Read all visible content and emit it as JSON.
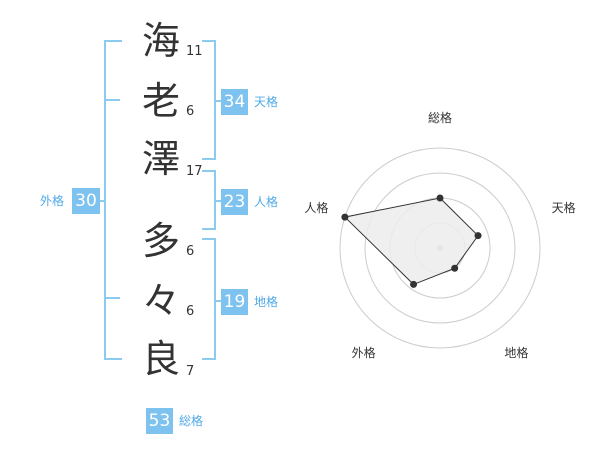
{
  "name_chars": [
    {
      "char": "海",
      "strokes": "11"
    },
    {
      "char": "老",
      "strokes": "6"
    },
    {
      "char": "澤",
      "strokes": "17"
    },
    {
      "char": "多",
      "strokes": "6"
    },
    {
      "char": "々",
      "strokes": "6"
    },
    {
      "char": "良",
      "strokes": "7"
    }
  ],
  "grades": {
    "tenkaku": {
      "value": "34",
      "label": "天格"
    },
    "jinkaku": {
      "value": "23",
      "label": "人格"
    },
    "chikaku": {
      "value": "19",
      "label": "地格"
    },
    "gaikaku": {
      "value": "30",
      "label": "外格"
    },
    "soukaku": {
      "value": "53",
      "label": "総格"
    }
  },
  "chart_data": {
    "type": "radar",
    "axes": [
      "総格",
      "天格",
      "地格",
      "外格",
      "人格"
    ],
    "values": [
      0.5,
      0.4,
      0.25,
      0.45,
      1.0
    ],
    "rings": 4,
    "max": 1.0
  },
  "colors": {
    "accent": "#7ec3f0",
    "bracket": "#8ccbf0",
    "label": "#4fa9e6",
    "fill": "#ececec",
    "grid": "#cccccc"
  }
}
